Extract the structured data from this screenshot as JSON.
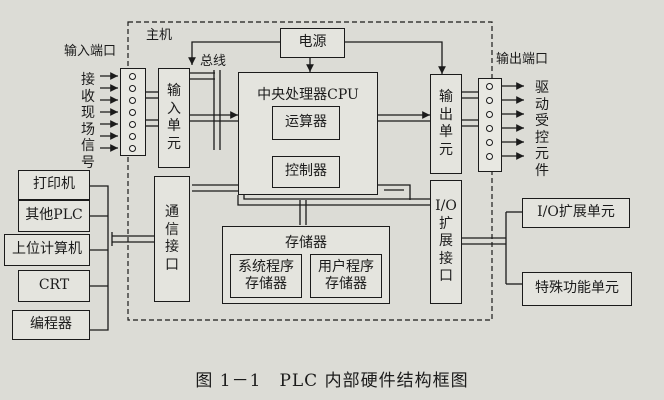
{
  "diagram": {
    "host_label": "主机",
    "bus_label": "总线",
    "input_port_label": "输入端口",
    "output_port_label": "输出端口",
    "input_signals_label": "接收现场信号",
    "output_drive_label": "驱动受控元件",
    "power": "电源",
    "cpu": "中央处理器CPU",
    "alu": "运算器",
    "controller": "控制器",
    "input_unit": "输入单元",
    "output_unit": "输出单元",
    "comm_interface": "通信接口",
    "io_interface": "I/O扩展接口",
    "memory": "存储器",
    "system_memory": "系统程序\n存储器",
    "user_memory": "用户程序\n存储器",
    "peripherals": [
      "打印机",
      "其他PLC",
      "上位计算机",
      "CRT",
      "编程器"
    ],
    "io_expansion_unit": "I/O扩展单元",
    "special_function_unit": "特殊功能单元",
    "caption": "图 1－1　PLC 内部硬件结构框图"
  }
}
